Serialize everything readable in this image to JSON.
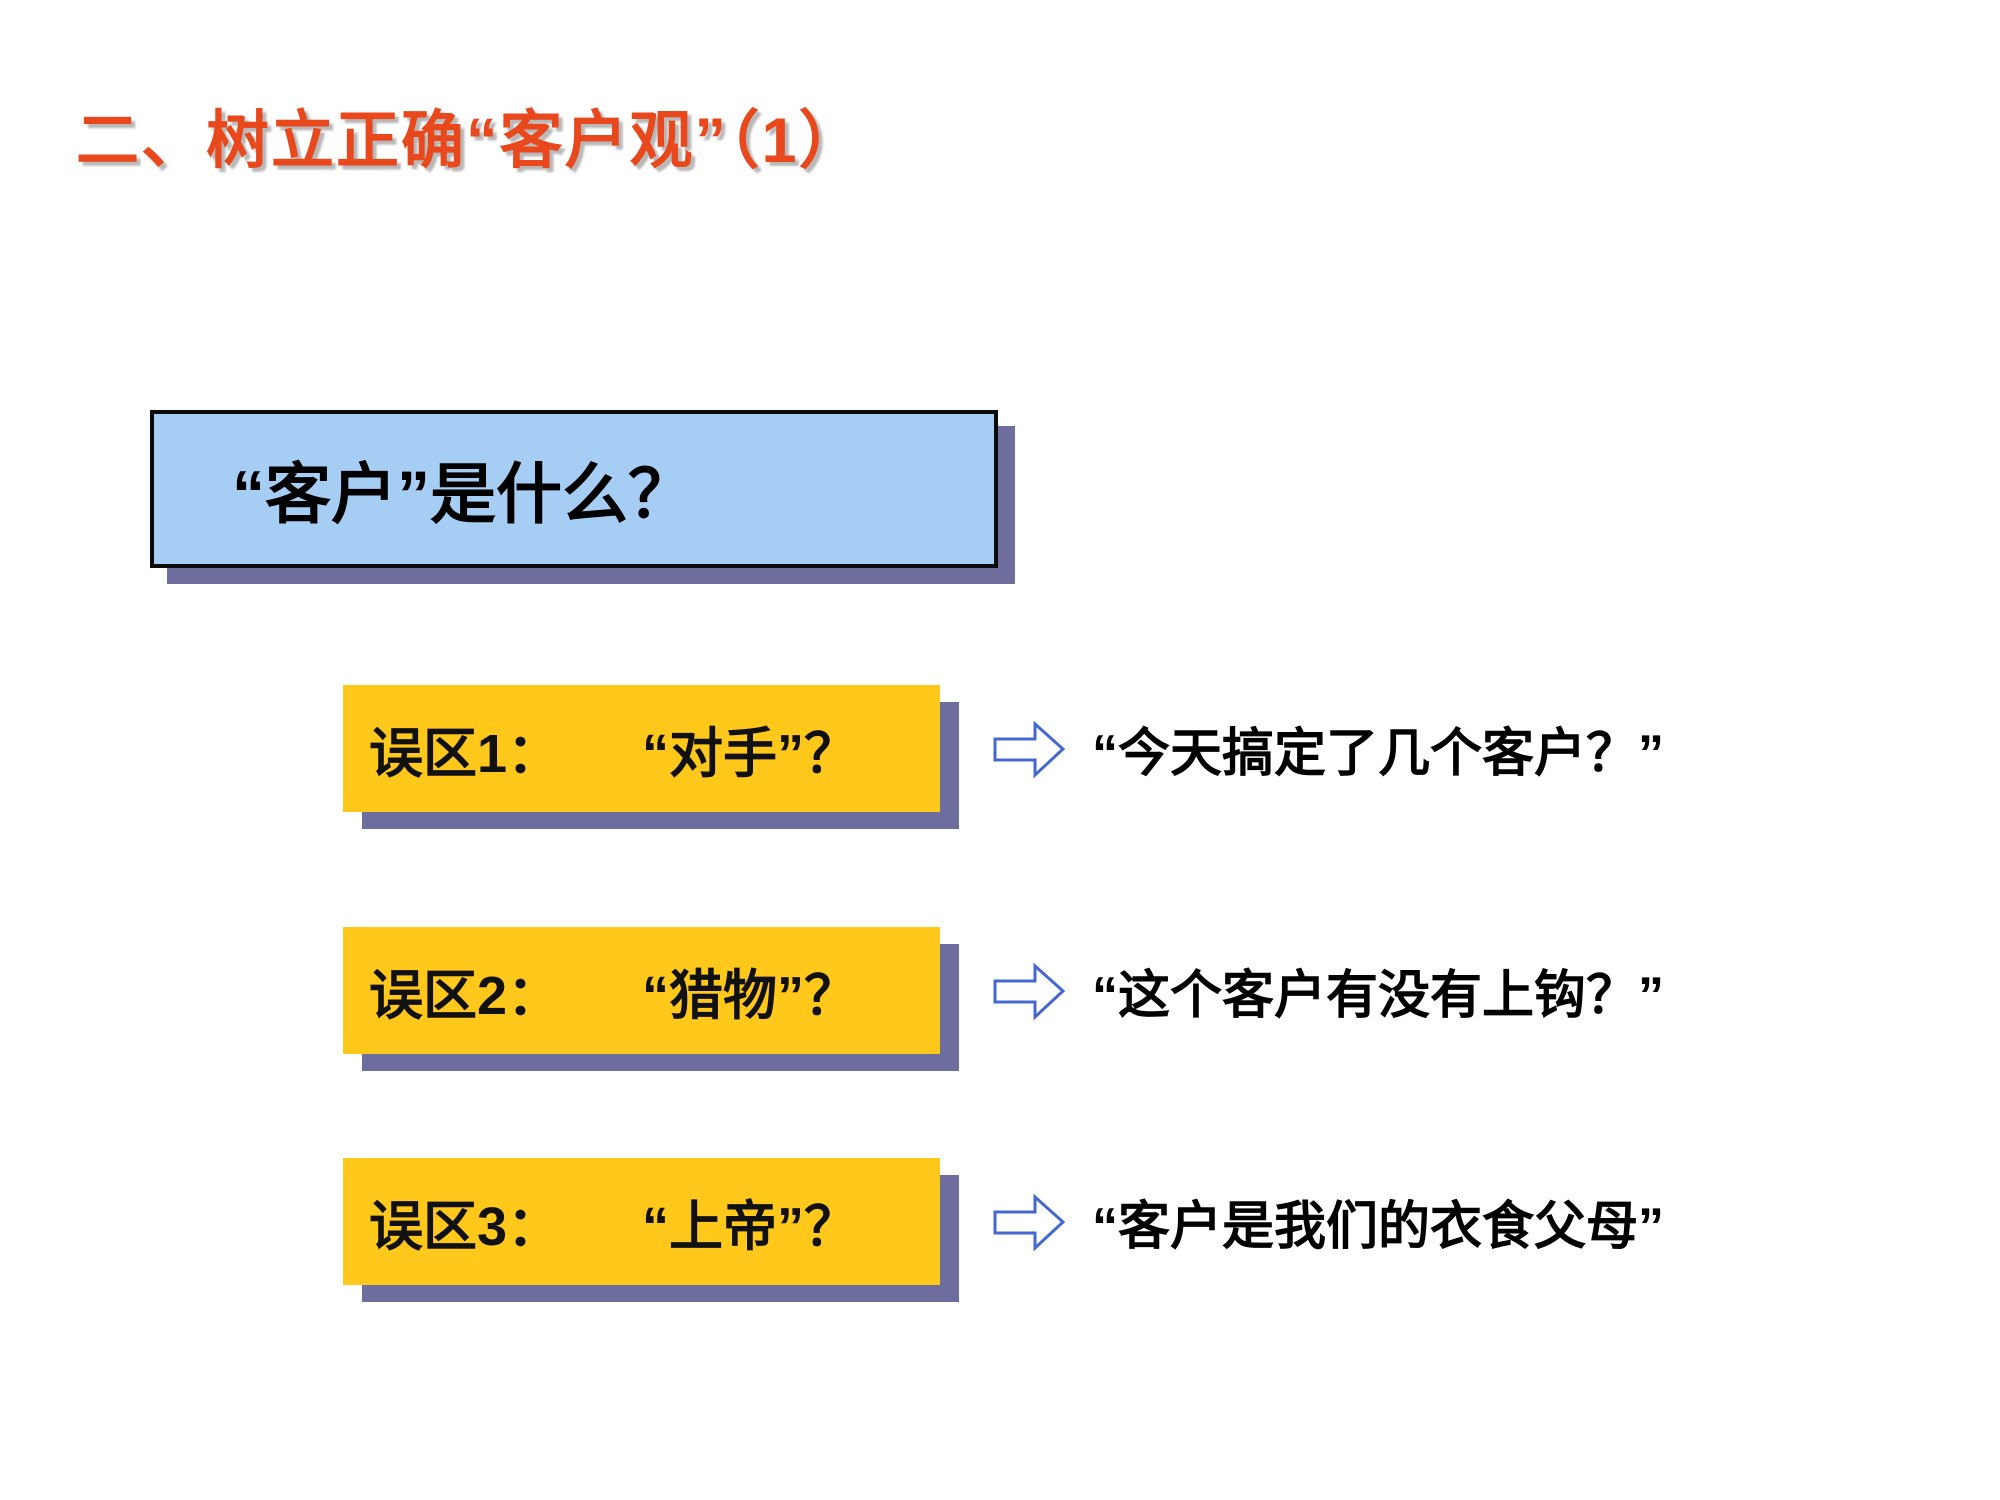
{
  "slide": {
    "title": "二、树立正确“客户观”（1）",
    "question_box": {
      "text": "“客户”是什么？"
    },
    "rows": [
      {
        "label": "误区1：　　“对手”？",
        "quote": "“今天搞定了几个客户？”"
      },
      {
        "label": "误区2：　　“猎物”？",
        "quote": "“这个客户有没有上钩？”"
      },
      {
        "label": "误区3：　　“上帝”？",
        "quote": "“客户是我们的衣食父母”"
      }
    ],
    "colors": {
      "title_red": "#E8481B",
      "question_box_blue": "#A6CEF4",
      "misconception_yellow": "#FFC81A",
      "shadow_slate": "#6E6E9E",
      "arrow_blue": "#4468D0",
      "text_black": "#000000"
    },
    "icons": {
      "arrow": "right-arrow-icon"
    }
  }
}
